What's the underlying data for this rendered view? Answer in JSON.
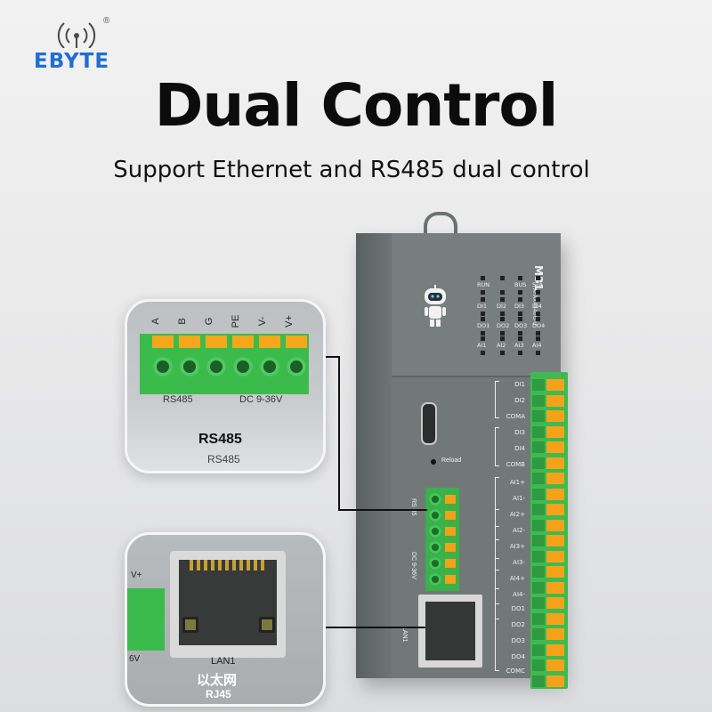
{
  "brand": {
    "name": "EBYTE",
    "mark": "®"
  },
  "headline": {
    "title": "Dual Control",
    "subtitle": "Support Ethernet and RS485 dual control"
  },
  "device": {
    "model": "M31",
    "model_sub": "AFAX4440G-U",
    "leds": [
      [
        "RUN",
        "",
        "BUS",
        "STA"
      ],
      [
        "DI1",
        "DI2",
        "DI3",
        "DI4"
      ],
      [
        "DO1",
        "DO2",
        "DO3",
        "DO4"
      ],
      [
        "AI1",
        "AI2",
        "AI3",
        "AI4"
      ]
    ],
    "reload": "Reload",
    "rs485_side": "RS 85",
    "dc_side": "DC 9-36V",
    "lan_side": "LAN1",
    "right_terminals": [
      "DI1",
      "DI2",
      "COMA",
      "DI3",
      "DI4",
      "COMB",
      "AI1+",
      "AI1-",
      "AI2+",
      "AI2-",
      "AI3+",
      "AI3-",
      "AI4+",
      "AI4-",
      "DO1",
      "DO2",
      "DO3",
      "DO4",
      "COMC"
    ]
  },
  "callout_rs485": {
    "pins": [
      "A",
      "B",
      "G",
      "PE",
      "V-",
      "V+"
    ],
    "label_left": "RS485",
    "label_right": "DC 9-36V",
    "caption": "RS485",
    "caption_sub": "RS485"
  },
  "callout_rj45": {
    "port_label": "LAN1",
    "caption_cn": "以太网",
    "caption": "RJ45",
    "edge_label": "V+",
    "edge_label2": "6V"
  },
  "colors": {
    "brand": "#1f6fd1",
    "terminal_green": "#3cbb4d",
    "terminal_orange": "#f5a71c",
    "device_gray": "#6c7272"
  }
}
